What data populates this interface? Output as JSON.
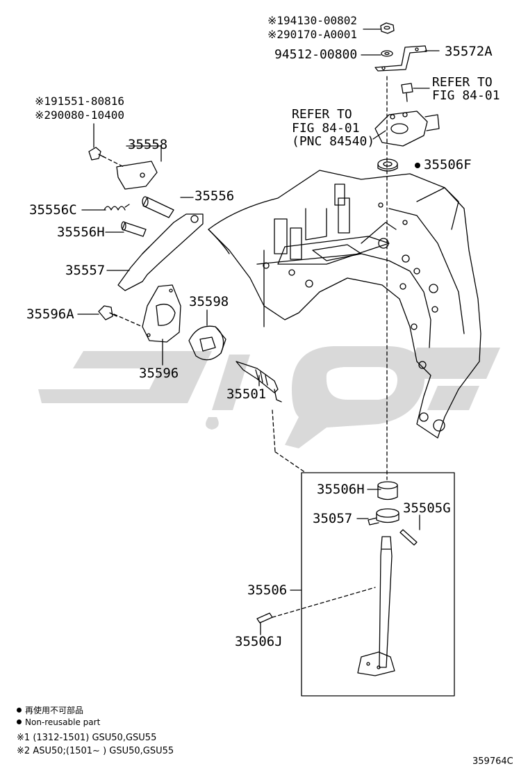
{
  "notes": {
    "mark1": "※1",
    "mark2": "※2"
  },
  "parts": {
    "p_94130": "94130-00802",
    "p_90170": "90170-A0001",
    "p_94512": "94512-00800",
    "p_35572A": "35572A",
    "refer1_line1": "REFER TO",
    "refer1_line2": "FIG 84-01",
    "p_91551": "91551-80816",
    "p_90080": "90080-10400",
    "refer2_line1": "REFER TO",
    "refer2_line2": "FIG 84-01",
    "refer2_line3": "(PNC 84540)",
    "p_35558": "35558",
    "p_35506F": "35506F",
    "p_35556": "35556",
    "p_35556C": "35556C",
    "p_35556H": "35556H",
    "p_35557": "35557",
    "p_35596A": "35596A",
    "p_35598": "35598",
    "p_35596": "35596",
    "p_35501": "35501",
    "p_35506H": "35506H",
    "p_35057": "35057",
    "p_35505G": "35505G",
    "p_35506": "35506",
    "p_35506J": "35506J"
  },
  "legend": {
    "non_reusable_jp": "再使用不可部品",
    "non_reusable_en": "Non-reusable part",
    "note1": "(1312-1501) GSU50,GSU55",
    "note2": "ASU50;(1501~   ) GSU50,GSU55"
  },
  "figure_id": "359764C",
  "colors": {
    "line": "#000000",
    "watermark": "#d9d9d9",
    "background": "#ffffff"
  }
}
